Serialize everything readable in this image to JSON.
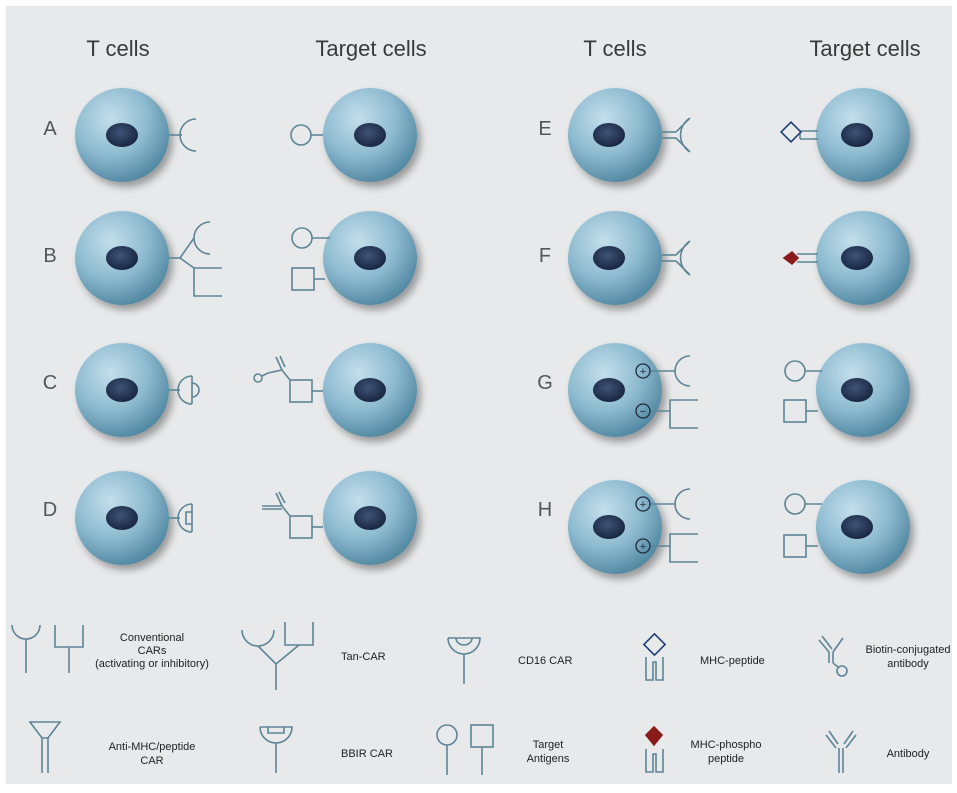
{
  "colors": {
    "background": "#e8e9ea",
    "cell_light": "#b7d6e4",
    "cell_mid": "#7fb0c8",
    "cell_dark": "#4f86a0",
    "nucleus": "#1f3050",
    "receptor_stroke": "#5d8596",
    "heading_text": "#3a3a3a",
    "phospho_red": "#8b1a1a",
    "mhc_blue": "#1e3f78"
  },
  "headings": {
    "left_t_cells": "T cells",
    "left_target_cells": "Target cells",
    "right_t_cells": "T cells",
    "right_target_cells": "Target cells"
  },
  "rows": {
    "a": "A",
    "b": "B",
    "c": "C",
    "d": "D",
    "e": "E",
    "f": "F",
    "g": "G",
    "h": "H"
  },
  "charge_symbols": {
    "plus": "+",
    "minus": "−"
  },
  "legend": {
    "conventional": [
      "Conventional",
      "CARs",
      "(activating or inhibitory)"
    ],
    "tan_car": "Tan-CAR",
    "cd16_car": "CD16 CAR",
    "mhc_peptide": "MHC-peptide",
    "biotin_antibody": [
      "Biotin-conjugated",
      "antibody"
    ],
    "anti_mhc": [
      "Anti-MHC/peptide",
      "CAR"
    ],
    "bbir_car": "BBIR CAR",
    "target_antigens": [
      "Target",
      "Antigens"
    ],
    "mhc_phospho": [
      "MHC-phospho",
      "peptide"
    ],
    "antibody": "Antibody"
  }
}
